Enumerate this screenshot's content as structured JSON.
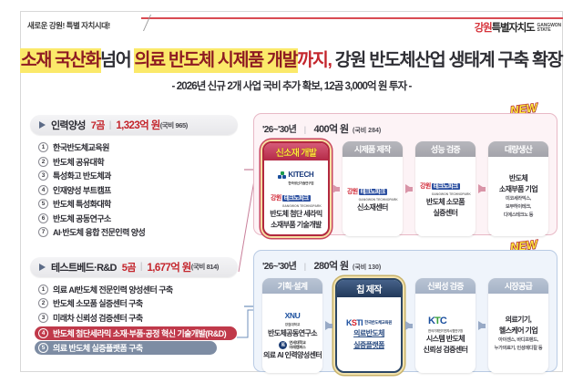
{
  "header": {
    "slogan": "새로운 강원! 특별 자치시대!",
    "logo_kr_1": "강",
    "logo_kr_2": "원",
    "logo_kr_3": "특별자치도",
    "logo_en_1": "GANGWON",
    "logo_en_2": "STATE"
  },
  "title": {
    "part1": "소재 국산화",
    "part2": "넘어",
    "part3": "의료 반도체 시제품 개발",
    "part4": "까지,",
    "part5": "강원 반도체산업 생태계 구축 확장",
    "subtitle": "- 2026년 신규 2개 사업 국비 추가 확보, 12곰 3,000억 원 투자 -"
  },
  "sections": [
    {
      "name": "인력양성",
      "count": "7곰",
      "divider": "|",
      "amount": "1,323억 원",
      "national": "(국비 965)",
      "items": [
        {
          "num": "1",
          "label": "한국반도체교육원",
          "style": "plain"
        },
        {
          "num": "2",
          "label": "반도체 공유대학",
          "style": "plain"
        },
        {
          "num": "3",
          "label": "특성화고 반도체과",
          "style": "plain"
        },
        {
          "num": "4",
          "label": "인재양성 부트캠프",
          "style": "plain"
        },
        {
          "num": "5",
          "label": "반도체 특성화대학",
          "style": "plain"
        },
        {
          "num": "6",
          "label": "반도체 공동연구소",
          "style": "plain"
        },
        {
          "num": "7",
          "label": "AI·반도체 융합 전문인력 양성",
          "style": "plain"
        }
      ]
    },
    {
      "name": "테스트베드·R&D",
      "count": "5곰",
      "divider": "|",
      "amount": "1,677억 원",
      "national": "(국비 814)",
      "items": [
        {
          "num": "1",
          "label": "의료 AI반도체 전문인력 양성센터 구축",
          "style": "plain"
        },
        {
          "num": "2",
          "label": "반도체 소모품 실증센터 구축",
          "style": "plain"
        },
        {
          "num": "3",
          "label": "미래차 신뢰성 검증센터 구축",
          "style": "plain"
        },
        {
          "num": "4",
          "label": "반도체 첨단세라믹 소재·부품·공정 혁신 기술개발(R&D)",
          "style": "red"
        },
        {
          "num": "5",
          "label": "의료 반도체 실증플랫폼 구축",
          "style": "blue"
        }
      ]
    }
  ],
  "panels": [
    {
      "id": "materials",
      "badge": "NEW",
      "period": "'26~'30년",
      "divider": "|",
      "amount": "400억 원",
      "national": "(국비 284)",
      "nodes": [
        {
          "cap": "신소재 개발",
          "highlight": true,
          "logos": [
            "KITECH",
            "GWTP"
          ],
          "kitech_name": "KITECH",
          "kitech_sub": "한국생산기술연구원",
          "gwtp_kr": "강원",
          "gwtp_tag": "테크노파크",
          "gwtp_en": "GANGWON TECHNOPARK",
          "line1": "반도체 첨단 세라믹",
          "line2": "소재부품 기술개발"
        },
        {
          "cap": "시제품 제작",
          "highlight": false,
          "logos": [
            "GWTP"
          ],
          "gwtp_kr": "강원",
          "gwtp_tag": "테크노파크",
          "gwtp_en": "GANGWON TECHNOPARK",
          "line1": "신소재센터"
        },
        {
          "cap": "성능 검증",
          "highlight": false,
          "logos": [
            "GWTP"
          ],
          "gwtp_kr": "강원",
          "gwtp_tag": "테크노파크",
          "gwtp_en": "GANGWON TECHNOPARK",
          "line1": "반도체 소모품",
          "line2": "실증센터"
        },
        {
          "cap": "대량생산",
          "highlight": false,
          "logos": [],
          "line1": "반도체",
          "line2": "소재부품 기업",
          "fine1": "미코세라믹스,",
          "fine2": "보부하이테크,",
          "fine3": "디에스테크노 등"
        }
      ]
    },
    {
      "id": "medical",
      "badge": "NEW",
      "period": "'26~'30년",
      "divider": "|",
      "amount": "280억 원",
      "national": "(국비 130)",
      "nodes": [
        {
          "cap": "기획·설계",
          "highlight": false,
          "logos": [
            "XNU",
            "YONSEI"
          ],
          "xnu_name": "XNU",
          "xnu_sub": "강원대학교",
          "line1": "반도체공동연구소",
          "yonsei_seal": "延",
          "yonsei_l1": "연세대학교",
          "yonsei_l2": "미래캠퍼스",
          "line2": "의료 AI 인력양성센터"
        },
        {
          "cap": "칩 제작",
          "highlight": true,
          "logos": [
            "KSTI"
          ],
          "ksti_k": "K",
          "ksti_s": "S",
          "ksti_ti": "TI",
          "ksti_sub": "한국반도체교육원",
          "link1": "의료반도체",
          "link2": "실증플랫폼"
        },
        {
          "cap": "신뢰성 검증",
          "highlight": false,
          "logos": [
            "KTC"
          ],
          "ktc_k": "K",
          "ktc_t": "T",
          "ktc_c": "C",
          "ktc_sub": "한국기계전기전자시험연구원",
          "line1": "시스템 반도체",
          "line2": "신뢰성 검증센터"
        },
        {
          "cap": "시장공급",
          "highlight": false,
          "logos": [],
          "line1": "의료기기,",
          "line2": "헬스케어 기업",
          "fine1": "아이센스, 바디프렌드,",
          "fine2": "누가의료기, 인성메디칼 등"
        }
      ]
    }
  ],
  "colors": {
    "accent_red": "#c4252c",
    "accent_blue": "#2e4f84",
    "highlight_yellow": "#fbe96a",
    "pill_red": "#c0394a",
    "pill_blue": "#7d8ca3",
    "panel_pink_bg": "#fdf3f6",
    "panel_blue_bg": "#eff4fb"
  }
}
